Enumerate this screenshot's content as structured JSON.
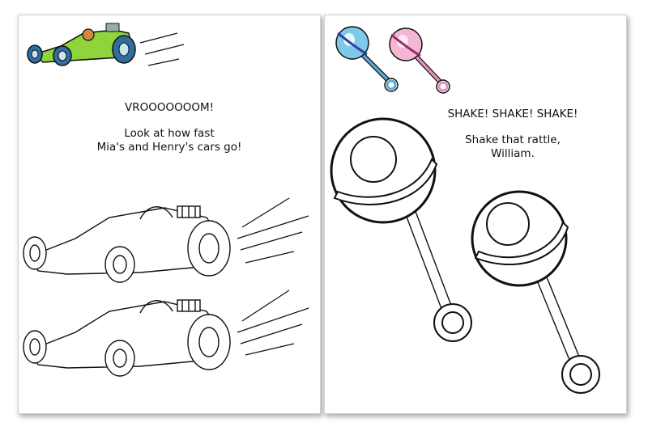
{
  "left_page": {
    "heading": "VROOOOOOOM!",
    "caption_line1": "Look at how fast",
    "caption_line2": "Mia's and Henry's cars go!",
    "icon": "race-car-icon",
    "coloring_items": [
      "race-car-outline",
      "race-car-outline"
    ]
  },
  "right_page": {
    "heading": "SHAKE! SHAKE! SHAKE!",
    "caption_line1": "Shake that rattle,",
    "caption_line2": "William.",
    "icon": "baby-rattles-icon",
    "coloring_items": [
      "rattle-outline",
      "rattle-outline"
    ]
  },
  "colors": {
    "car_body": "#8ed43a",
    "car_wheels": "#2f6f9f",
    "rattle_blue": "#7ec8e8",
    "rattle_pink": "#f4b6d2",
    "rattle_band_blue": "#2a3f9f",
    "rattle_band_pink": "#9a2b6e",
    "handle_blue": "#5aa7d8",
    "handle_pink": "#e48fbf"
  }
}
